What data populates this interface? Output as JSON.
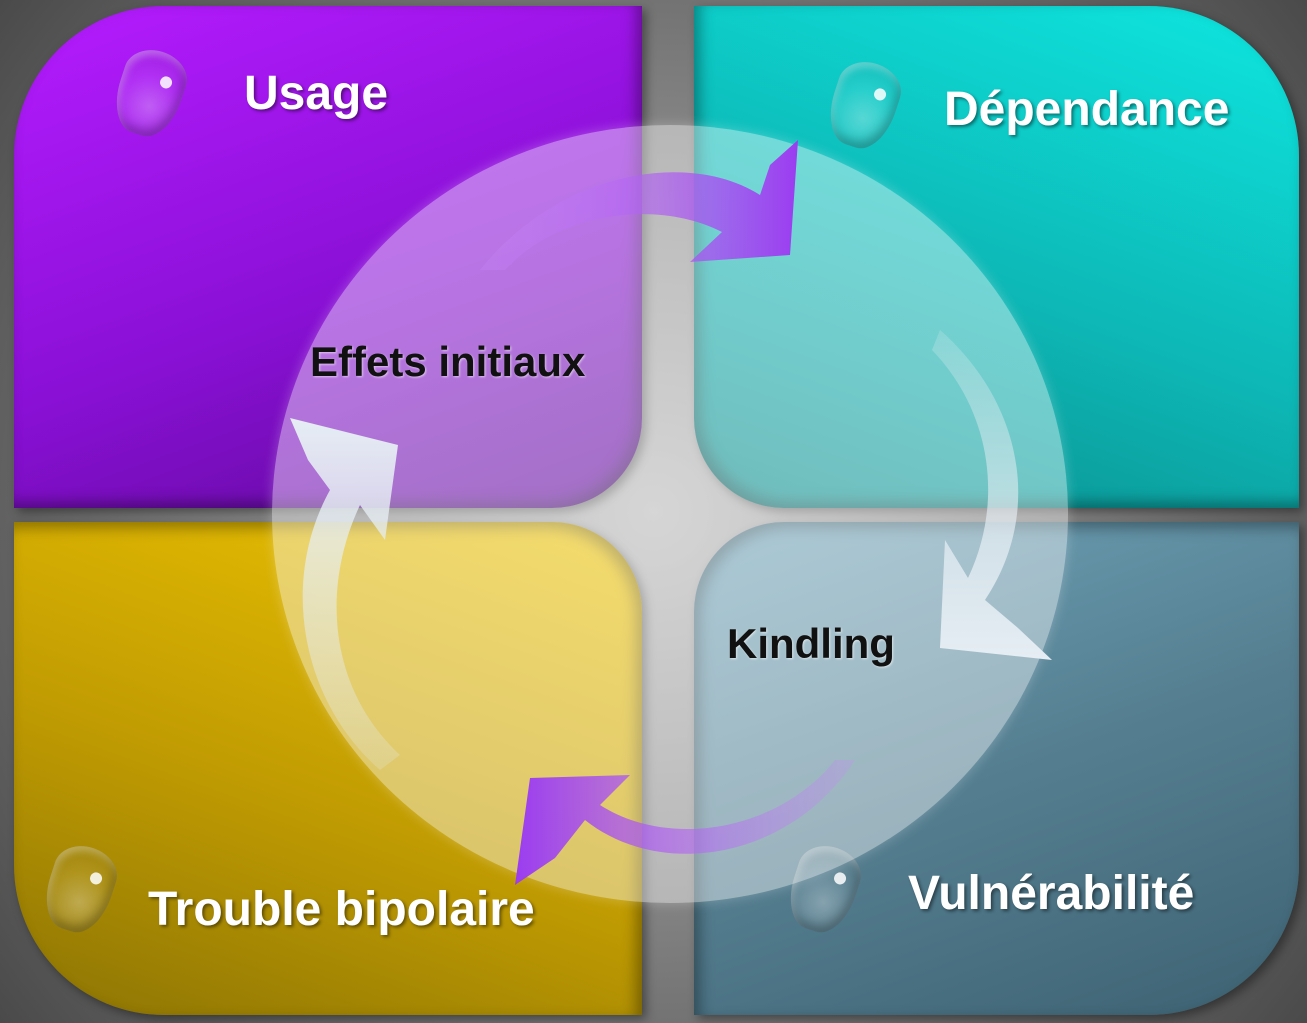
{
  "quadrants": {
    "top_left": {
      "label": "Usage",
      "color": "#8a10d6"
    },
    "top_right": {
      "label": "Dépendance",
      "color": "#0db7b5"
    },
    "bottom_left": {
      "label": "Trouble bipolaire",
      "color": "#c19c02"
    },
    "bottom_right": {
      "label": "Vulnérabilité",
      "color": "#557f91"
    }
  },
  "cycle": {
    "label_a": "Effets initiaux",
    "label_b": "Kindling",
    "arrow_colors": {
      "purple": "#9b3cf0",
      "light": "#e6eef4"
    }
  }
}
